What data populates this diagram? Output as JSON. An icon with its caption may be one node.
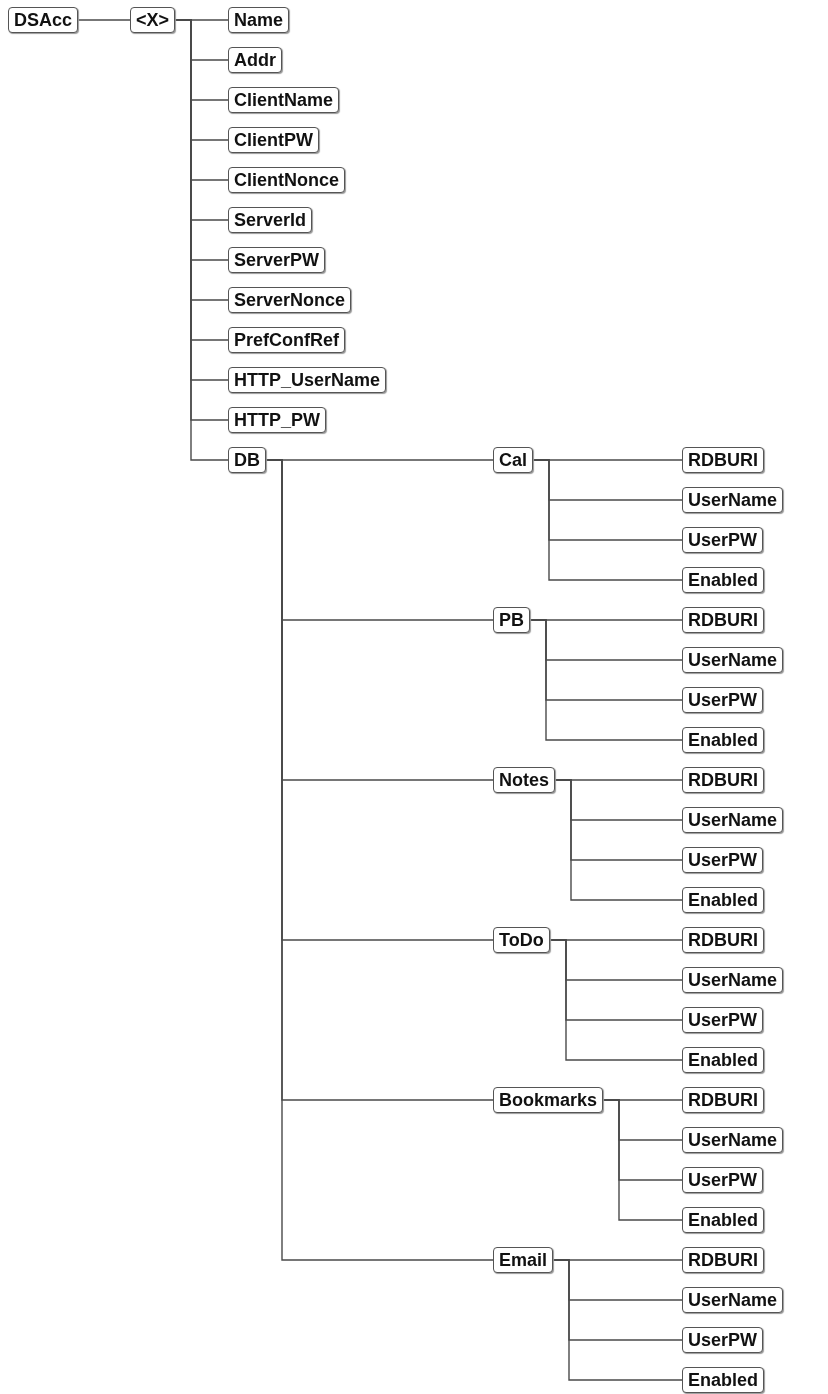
{
  "diagram": {
    "nodes": [
      {
        "text": [
          "DSAcc"
        ]
      },
      {
        "text": [
          "<X>"
        ]
      },
      {
        "text": [
          "Name"
        ]
      },
      {
        "text": [
          "Addr"
        ]
      },
      {
        "text": [
          "ClientName"
        ]
      },
      {
        "text": [
          "ClientPW"
        ]
      },
      {
        "text": [
          "ClientNonce"
        ]
      },
      {
        "text": [
          "ServerId"
        ]
      },
      {
        "text": [
          "ServerPW"
        ]
      },
      {
        "text": [
          "ServerNonce"
        ]
      },
      {
        "text": [
          "PrefConfRef"
        ]
      },
      {
        "text": [
          "HTTP_UserName"
        ]
      },
      {
        "text": [
          "HTTP_PW"
        ]
      },
      {
        "text": [
          "DB"
        ]
      },
      {
        "text": [
          "Cal"
        ]
      },
      {
        "text": [
          "RDBURI"
        ]
      },
      {
        "text": [
          "UserName"
        ]
      },
      {
        "text": [
          "UserPW"
        ]
      },
      {
        "text": [
          "Enabled"
        ]
      },
      {
        "text": [
          "PB"
        ]
      },
      {
        "text": [
          "RDBURI"
        ]
      },
      {
        "text": [
          "UserName"
        ]
      },
      {
        "text": [
          "UserPW"
        ]
      },
      {
        "text": [
          "Enabled"
        ]
      },
      {
        "text": [
          "Notes"
        ]
      },
      {
        "text": [
          "RDBURI"
        ]
      },
      {
        "text": [
          "UserName"
        ]
      },
      {
        "text": [
          "UserPW"
        ]
      },
      {
        "text": [
          "Enabled"
        ]
      },
      {
        "text": [
          "ToDo"
        ]
      },
      {
        "text": [
          "RDBURI"
        ]
      },
      {
        "text": [
          "UserName"
        ]
      },
      {
        "text": [
          "UserPW"
        ]
      },
      {
        "text": [
          "Enabled"
        ]
      },
      {
        "text": [
          "Bookmarks"
        ]
      },
      {
        "text": [
          "RDBURI"
        ]
      },
      {
        "text": [
          "UserName"
        ]
      },
      {
        "text": [
          "UserPW"
        ]
      },
      {
        "text": [
          "Enabled"
        ]
      },
      {
        "text": [
          "Email"
        ]
      },
      {
        "text": [
          "RDBURI"
        ]
      },
      {
        "text": [
          "UserName"
        ]
      },
      {
        "text": [
          "UserPW"
        ]
      },
      {
        "text": [
          "Enabled"
        ]
      }
    ],
    "edges": [
      {
        "from": 0,
        "to": 1,
        "arrow": "none"
      },
      {
        "from": 1,
        "to": 2,
        "arrow": "none"
      },
      {
        "from": 1,
        "to": 3,
        "arrow": "none"
      },
      {
        "from": 1,
        "to": 4,
        "arrow": "none"
      },
      {
        "from": 1,
        "to": 5,
        "arrow": "none"
      },
      {
        "from": 1,
        "to": 6,
        "arrow": "none"
      },
      {
        "from": 1,
        "to": 7,
        "arrow": "none"
      },
      {
        "from": 1,
        "to": 8,
        "arrow": "none"
      },
      {
        "from": 1,
        "to": 9,
        "arrow": "none"
      },
      {
        "from": 1,
        "to": 10,
        "arrow": "none"
      },
      {
        "from": 1,
        "to": 11,
        "arrow": "none"
      },
      {
        "from": 1,
        "to": 12,
        "arrow": "none"
      },
      {
        "from": 1,
        "to": 13,
        "arrow": "none"
      },
      {
        "from": 13,
        "to": 14,
        "arrow": "none"
      },
      {
        "from": 13,
        "to": 19,
        "arrow": "none"
      },
      {
        "from": 13,
        "to": 24,
        "arrow": "none"
      },
      {
        "from": 13,
        "to": 29,
        "arrow": "none"
      },
      {
        "from": 13,
        "to": 34,
        "arrow": "none"
      },
      {
        "from": 13,
        "to": 39,
        "arrow": "none"
      },
      {
        "from": 14,
        "to": 15,
        "arrow": "none"
      },
      {
        "from": 14,
        "to": 16,
        "arrow": "none"
      },
      {
        "from": 14,
        "to": 17,
        "arrow": "none"
      },
      {
        "from": 14,
        "to": 18,
        "arrow": "none"
      },
      {
        "from": 19,
        "to": 20,
        "arrow": "none"
      },
      {
        "from": 19,
        "to": 21,
        "arrow": "none"
      },
      {
        "from": 19,
        "to": 22,
        "arrow": "none"
      },
      {
        "from": 19,
        "to": 23,
        "arrow": "none"
      },
      {
        "from": 24,
        "to": 25,
        "arrow": "none"
      },
      {
        "from": 24,
        "to": 26,
        "arrow": "none"
      },
      {
        "from": 24,
        "to": 27,
        "arrow": "none"
      },
      {
        "from": 24,
        "to": 28,
        "arrow": "none"
      },
      {
        "from": 29,
        "to": 30,
        "arrow": "none"
      },
      {
        "from": 29,
        "to": 31,
        "arrow": "none"
      },
      {
        "from": 29,
        "to": 32,
        "arrow": "none"
      },
      {
        "from": 29,
        "to": 33,
        "arrow": "none"
      },
      {
        "from": 34,
        "to": 35,
        "arrow": "none"
      },
      {
        "from": 34,
        "to": 36,
        "arrow": "none"
      },
      {
        "from": 34,
        "to": 37,
        "arrow": "none"
      },
      {
        "from": 34,
        "to": 38,
        "arrow": "none"
      },
      {
        "from": 39,
        "to": 40,
        "arrow": "none"
      },
      {
        "from": 39,
        "to": 41,
        "arrow": "none"
      },
      {
        "from": 39,
        "to": 42,
        "arrow": "none"
      },
      {
        "from": 39,
        "to": 43,
        "arrow": "none"
      }
    ]
  }
}
